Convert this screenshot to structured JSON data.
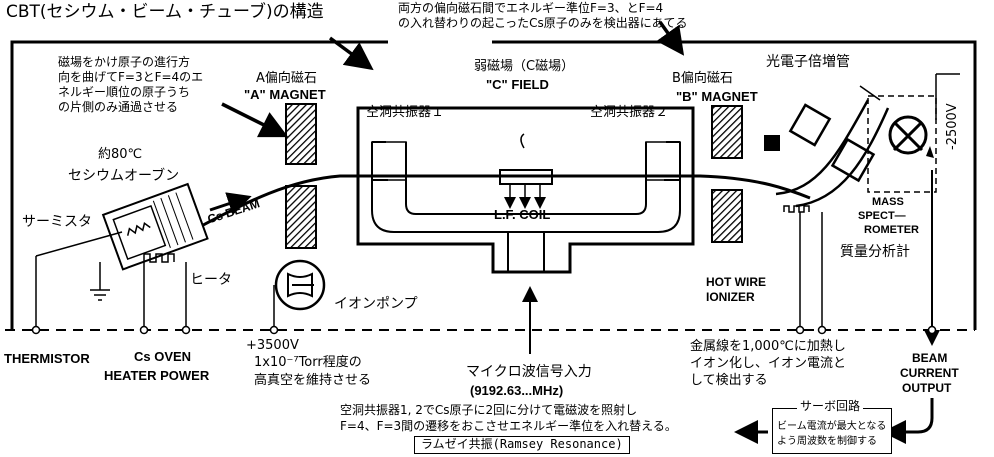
{
  "title": "CBT(セシウム・ビーム・チューブ)の構造",
  "top_note": {
    "line1": "両方の偏向磁石間でエネルギー準位F=3、とF=4",
    "line2": "の入れ替わりの起こったCs原子のみを検出器にあてる"
  },
  "left_note": {
    "line1": "磁場をかけ原子の進行方",
    "line2": "向を曲げてF=3とF=4のエ",
    "line3": "ネルギー順位の原子うち",
    "line4": "の片側のみ通過させる"
  },
  "magnet_a": {
    "jp": "A偏向磁石",
    "en": "\"A\" MAGNET"
  },
  "magnet_c": {
    "jp": "弱磁場（C磁場）",
    "en": "\"C\" FIELD"
  },
  "magnet_b": {
    "jp": "B偏向磁石",
    "en": "\"B\" MAGNET"
  },
  "photomultiplier": "光電子倍増管",
  "high_voltage_neg": "-2500V",
  "cavity_1": "空洞共振器１",
  "cavity_2": "空洞共振器２",
  "lf_coil": "L.F. COIL",
  "oven_temp": "約80℃",
  "oven_label": "セシウムオーブン",
  "cs_beam": "Cs BEAM",
  "thermistor_jp": "サーミスタ",
  "heater_jp": "ヒータ",
  "ion_pump": "イオンポンプ",
  "hot_wire": {
    "line1": "HOT WIRE",
    "line2": "IONIZER"
  },
  "mass_spec": {
    "line1": "MASS",
    "line2": "SPECT—",
    "line3": "ROMETER"
  },
  "mass_spec_jp": "質量分析計",
  "bottom": {
    "thermistor": "THERMISTOR",
    "oven_power1": "Cs OVEN",
    "oven_power2": "HEATER POWER",
    "plus_voltage": "+3500V",
    "vacuum1": "1x10⁻⁷Torr程度の",
    "vacuum2": "高真空を維持させる",
    "microwave": "マイクロ波信号入力",
    "freq": "(9192.63...MHz)",
    "ionizer_note1": "金属線を1,000℃に加熱し",
    "ionizer_note2": "イオン化し、イオン電流と",
    "ionizer_note3": "して検出する",
    "beam_current1": "BEAM",
    "beam_current2": "CURRENT",
    "beam_current3": "OUTPUT",
    "ramsey_note1": "空洞共振器1, 2でCs原子に2回に分けて電磁波を照射し",
    "ramsey_note2": "F=4、F=3間の遷移をおこさせエネルギー準位を入れ替える。",
    "ramsey": "ラムゼイ共振(Ramsey Resonance)",
    "servo_title": "サーボ回路",
    "servo1": "ビーム電流が最大となる",
    "servo2": "よう周波数を制御する"
  }
}
